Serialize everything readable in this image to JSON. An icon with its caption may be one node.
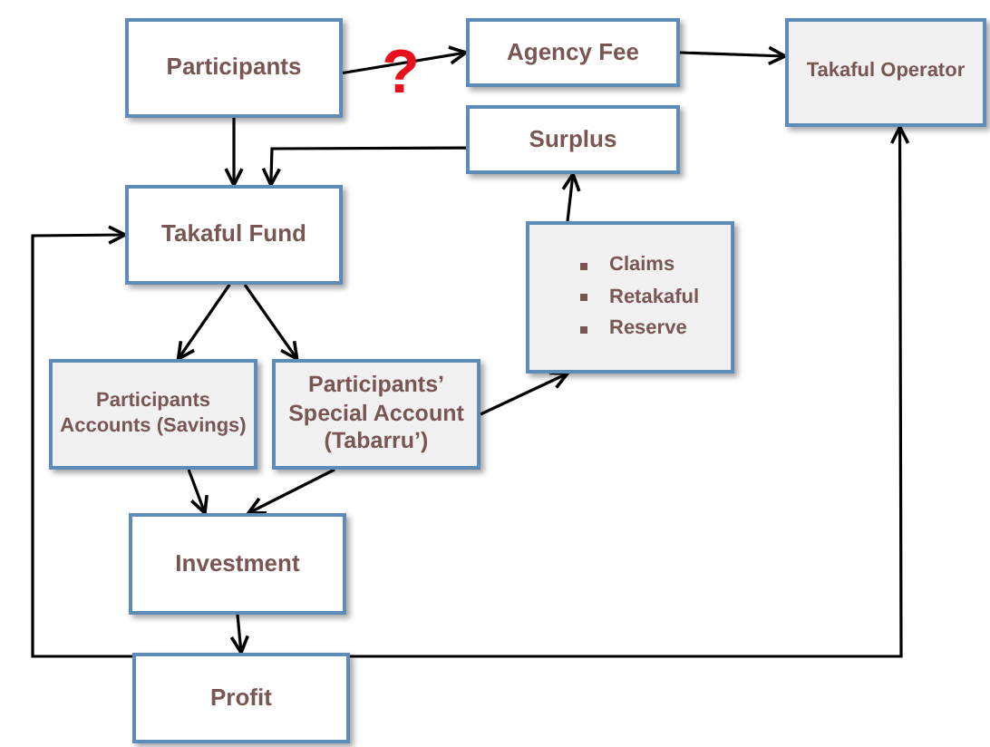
{
  "diagram": {
    "nodes": [
      {
        "text": [
          "Participants"
        ]
      },
      {
        "text": [
          "Agency Fee"
        ]
      },
      {
        "text": [
          "Takaful Operator"
        ]
      },
      {
        "text": [
          "Surplus"
        ]
      },
      {
        "text": [
          "Takaful Fund"
        ]
      },
      {
        "text": [
          "Claims",
          "Retakaful",
          "Reserve"
        ]
      },
      {
        "text": [
          "Participants Accounts (Savings)"
        ]
      },
      {
        "text": [
          "Participants’ Special Account (Tabarru’)"
        ]
      },
      {
        "text": [
          "Investment"
        ]
      },
      {
        "text": [
          "Profit"
        ]
      }
    ],
    "edges": [
      {
        "from": 0,
        "to": 1,
        "arrow": "to",
        "label": "?"
      },
      {
        "from": 1,
        "to": 2,
        "arrow": "to"
      },
      {
        "from": 0,
        "to": 4,
        "arrow": "to"
      },
      {
        "from": 3,
        "to": 4,
        "arrow": "to"
      },
      {
        "from": 5,
        "to": 3,
        "arrow": "to"
      },
      {
        "from": 4,
        "to": 6,
        "arrow": "to"
      },
      {
        "from": 4,
        "to": 7,
        "arrow": "to"
      },
      {
        "from": 7,
        "to": 5,
        "arrow": "to"
      },
      {
        "from": 6,
        "to": 8,
        "arrow": "to"
      },
      {
        "from": 7,
        "to": 8,
        "arrow": "to"
      },
      {
        "from": 8,
        "to": 9,
        "arrow": "to"
      },
      {
        "from": 9,
        "to": 4,
        "arrow": "to"
      },
      {
        "from": 9,
        "to": 2,
        "arrow": "to"
      }
    ]
  }
}
